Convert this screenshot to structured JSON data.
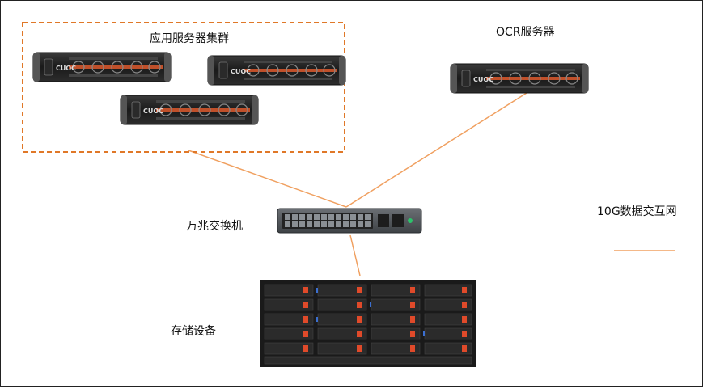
{
  "labels": {
    "app_cluster": "应用服务器集群",
    "ocr_server": "OCR服务器",
    "switch": "万兆交换机",
    "storage": "存储设备",
    "legend_network": "10G数据交互网"
  },
  "server_badge": "CUOC",
  "colors": {
    "link": "#f0a060",
    "cluster_border": "#e07828",
    "server_accent": "#c0502a",
    "storage_accent": "#e04a2a"
  }
}
